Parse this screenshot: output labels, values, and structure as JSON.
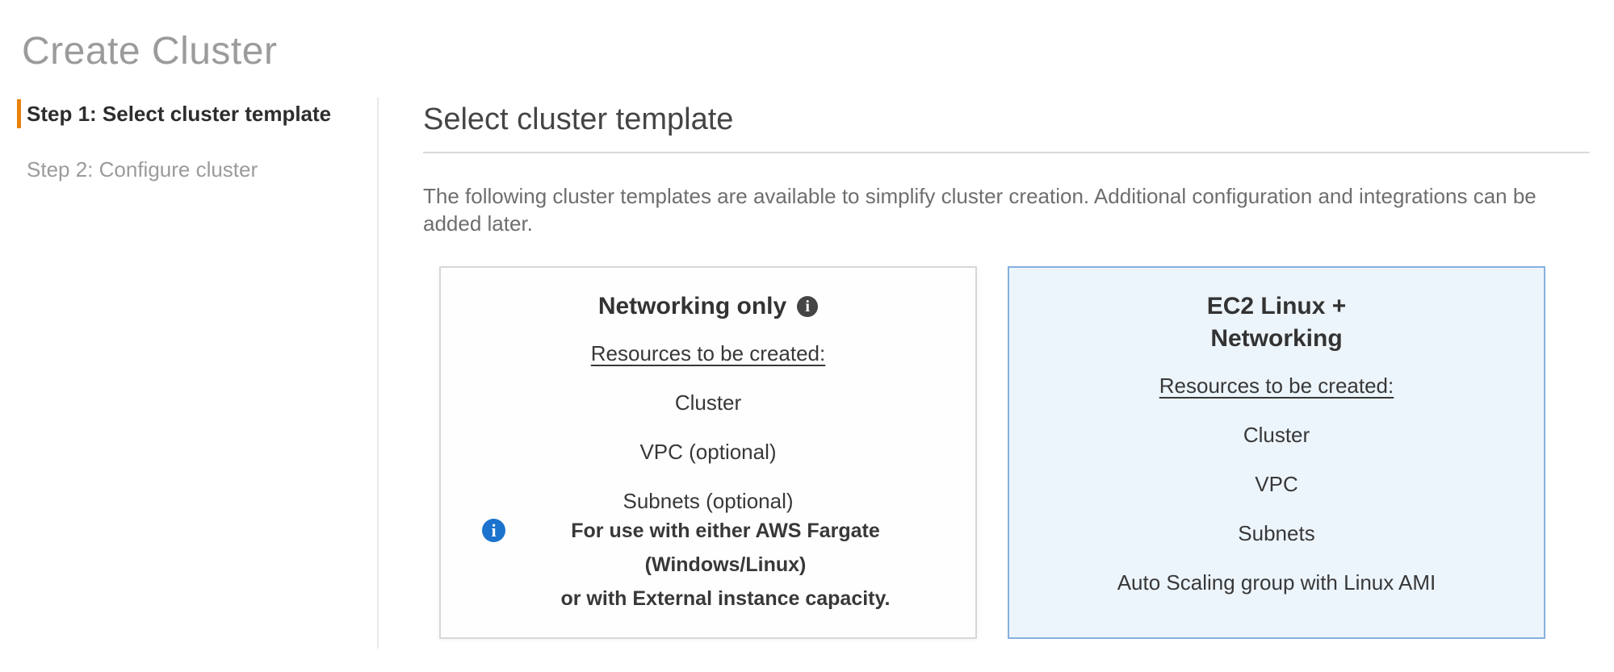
{
  "page": {
    "title": "Create Cluster"
  },
  "steps": [
    {
      "label": "Step 1: Select cluster template",
      "active": true
    },
    {
      "label": "Step 2: Configure cluster",
      "active": false
    }
  ],
  "main": {
    "heading": "Select cluster template",
    "description": "The following cluster templates are available to simplify cluster creation. Additional configuration and integrations can be added later."
  },
  "cards": [
    {
      "title_lines": [
        "Networking only"
      ],
      "title_info_icon": "info-icon",
      "resources_heading": "Resources to be created:",
      "resources": [
        "Cluster",
        "VPC (optional)",
        "Subnets (optional)"
      ],
      "note_lines": [
        "For use with either AWS Fargate (Windows/Linux)",
        "or with External instance capacity."
      ],
      "selected": false
    },
    {
      "title_lines": [
        "EC2 Linux +",
        "Networking"
      ],
      "resources_heading": "Resources to be created:",
      "resources": [
        "Cluster",
        "VPC",
        "Subnets",
        "Auto Scaling group with Linux AMI"
      ],
      "selected": true
    }
  ],
  "icons": {
    "info_glyph": "i"
  },
  "colors": {
    "accent_orange": "#e8820c",
    "title_gray": "#9b9b9b",
    "selected_card_bg": "#edf5fc",
    "selected_card_border": "#85b0dd",
    "unselected_card_border": "#d7d7d7",
    "info_icon_blue": "#1b73cd",
    "info_icon_dark": "#454545",
    "divider_gray": "#e8e8e8"
  }
}
